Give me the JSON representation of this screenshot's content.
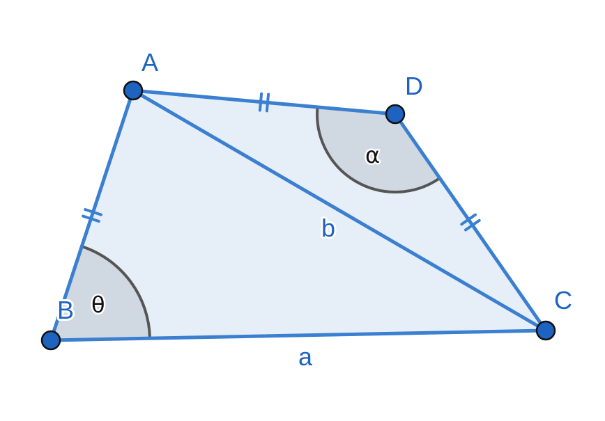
{
  "vertices": {
    "A": "A",
    "B": "B",
    "C": "C",
    "D": "D"
  },
  "angles": {
    "theta": "θ",
    "alpha": "α"
  },
  "sides": {
    "diagonal": "b",
    "base": "a"
  },
  "colors": {
    "line": "#3a7fd0",
    "fill": "#e6eef8",
    "sector": "#d0d8e2",
    "arc": "#555555",
    "point": "#1f63c0"
  }
}
